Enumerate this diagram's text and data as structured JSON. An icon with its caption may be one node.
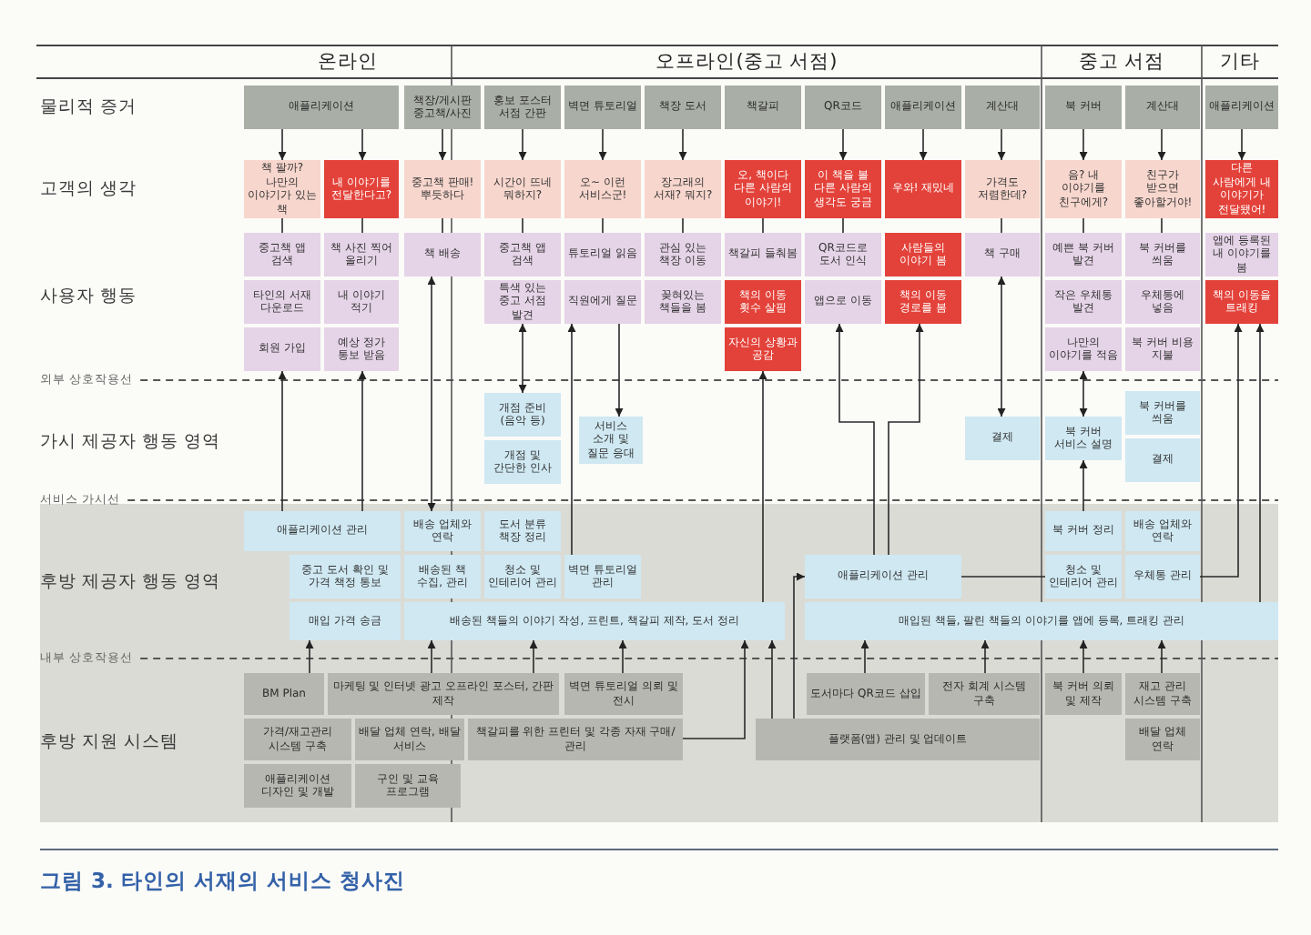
{
  "diagram": {
    "caption": "그림 3. 타인의 서재의 서비스 청사진",
    "nodes": [
      {
        "text": [
          "애플리케이션"
        ]
      },
      {
        "text": [
          "책장/게시판 중고책/사진"
        ]
      },
      {
        "text": [
          "홍보 포스터 서점 간판"
        ]
      },
      {
        "text": [
          "벽면 튜토리얼"
        ]
      },
      {
        "text": [
          "책장 도서"
        ]
      },
      {
        "text": [
          "책갈피"
        ]
      },
      {
        "text": [
          "QR코드"
        ]
      },
      {
        "text": [
          "애플리케이션"
        ]
      },
      {
        "text": [
          "계산대"
        ]
      },
      {
        "text": [
          "북 커버"
        ]
      },
      {
        "text": [
          "계산대"
        ]
      },
      {
        "text": [
          "애플리케이션"
        ]
      },
      {
        "text": [
          "책 팔까? 나만의 이야기가 있는 책"
        ]
      },
      {
        "text": [
          "내 이야기를 전달한다고?"
        ]
      },
      {
        "text": [
          "중고책 판매! 뿌듯하다"
        ]
      },
      {
        "text": [
          "시간이 뜨네 뭐하지?"
        ]
      },
      {
        "text": [
          "오~ 이런 서비스군!"
        ]
      },
      {
        "text": [
          "장그래의 서재? 뭐지?"
        ]
      },
      {
        "text": [
          "오, 책이다 다른 사람의 이야기!"
        ]
      },
      {
        "text": [
          "이 책을 볼 다른 사람의 생각도 궁금"
        ]
      },
      {
        "text": [
          "우와! 재밌네"
        ]
      },
      {
        "text": [
          "가격도 저렴한데?"
        ]
      },
      {
        "text": [
          "음? 내 이야기를 친구에게?"
        ]
      },
      {
        "text": [
          "친구가 받으면 좋아할거야!"
        ]
      },
      {
        "text": [
          "다른 사람에게 내 이야기가 전달됐어!"
        ]
      },
      {
        "text": [
          "중고책 앱 검색"
        ]
      },
      {
        "text": [
          "책 사진 찍어 올리기"
        ]
      },
      {
        "text": [
          "책 배송"
        ]
      },
      {
        "text": [
          "중고책 앱 검색"
        ]
      },
      {
        "text": [
          "튜토리얼 읽음"
        ]
      },
      {
        "text": [
          "관심 있는 책장 이동"
        ]
      },
      {
        "text": [
          "책갈피 들춰봄"
        ]
      },
      {
        "text": [
          "QR코드로 도서 인식"
        ]
      },
      {
        "text": [
          "사람들의 이야기 봄"
        ]
      },
      {
        "text": [
          "책 구매"
        ]
      },
      {
        "text": [
          "예쁜 북 커버 발견"
        ]
      },
      {
        "text": [
          "북 커버를 씌움"
        ]
      },
      {
        "text": [
          "앱에 등록된 내 이야기를 봄"
        ]
      },
      {
        "text": [
          "타인의 서재 다운로드"
        ]
      },
      {
        "text": [
          "내 이야기 적기"
        ]
      },
      {
        "text": [
          "특색 있는 중고 서점 발견"
        ]
      },
      {
        "text": [
          "직원에게 질문"
        ]
      },
      {
        "text": [
          "꽂혀있는 책들을 봄"
        ]
      },
      {
        "text": [
          "책의 이동 횟수 살핌"
        ]
      },
      {
        "text": [
          "앱으로 이동"
        ]
      },
      {
        "text": [
          "책의 이동 경로를 봄"
        ]
      },
      {
        "text": [
          "작은 우체통 발견"
        ]
      },
      {
        "text": [
          "우체통에 넣음"
        ]
      },
      {
        "text": [
          "책의 이동을 트래킹"
        ]
      },
      {
        "text": [
          "회원 가입"
        ]
      },
      {
        "text": [
          "예상 정가 통보 받음"
        ]
      },
      {
        "text": [
          "자신의 상황과 공감"
        ]
      },
      {
        "text": [
          "나만의 이야기를 적음"
        ]
      },
      {
        "text": [
          "북 커버 비용 지불"
        ]
      },
      {
        "text": [
          "개점 준비 (음악 등)"
        ]
      },
      {
        "text": [
          "개점 및 간단한 인사"
        ]
      },
      {
        "text": [
          "서비스 소개 및 질문 응대"
        ]
      },
      {
        "text": [
          "결제"
        ]
      },
      {
        "text": [
          "북 커버 서비스 설명"
        ]
      },
      {
        "text": [
          "북 커버를 씌움"
        ]
      },
      {
        "text": [
          "결제"
        ]
      },
      {
        "text": [
          "애플리케이션 관리"
        ]
      },
      {
        "text": [
          "배송 업체와 연락"
        ]
      },
      {
        "text": [
          "도서 분류 책장 정리"
        ]
      },
      {
        "text": [
          "북 커버 정리"
        ]
      },
      {
        "text": [
          "배송 업체와 연락"
        ]
      },
      {
        "text": [
          "중고 도서 확인 및 가격 책정 통보"
        ]
      },
      {
        "text": [
          "배송된 책 수집, 관리"
        ]
      },
      {
        "text": [
          "청소 및 인테리어 관리"
        ]
      },
      {
        "text": [
          "벽면 튜토리얼 관리"
        ]
      },
      {
        "text": [
          "애플리케이션 관리"
        ]
      },
      {
        "text": [
          "청소 및 인테리어 관리"
        ]
      },
      {
        "text": [
          "우체통 관리"
        ]
      },
      {
        "text": [
          "매입 가격 송금"
        ]
      },
      {
        "text": [
          "배송된 책들의 이야기 작성, 프린트, 책갈피 제작, 도서 정리"
        ]
      },
      {
        "text": [
          "매입된 책들, 팔린 책들의 이야기를 앱에 등록, 트래킹 관리"
        ]
      },
      {
        "text": [
          "BM Plan"
        ]
      },
      {
        "text": [
          "마케팅 및 인터넷 광고 오프라인 포스터, 간판 제작"
        ]
      },
      {
        "text": [
          "벽면 튜토리얼 의뢰 및 전시"
        ]
      },
      {
        "text": [
          "도서마다 QR코드 삽입"
        ]
      },
      {
        "text": [
          "전자 회계 시스템 구축"
        ]
      },
      {
        "text": [
          "북 커버 의뢰 및 제작"
        ]
      },
      {
        "text": [
          "재고 관리 시스템 구축"
        ]
      },
      {
        "text": [
          "가격/재고관리 시스템 구축"
        ]
      },
      {
        "text": [
          "배달 업체 연락, 배달 서비스"
        ]
      },
      {
        "text": [
          "책갈피를 위한 프린터 및 각종 자재 구매/관리"
        ]
      },
      {
        "text": [
          "플랫폼(앱) 관리 및 업데이트"
        ]
      },
      {
        "text": [
          "배달 업체 연락"
        ]
      },
      {
        "text": [
          "애플리케이션 디자인 및 개발"
        ]
      },
      {
        "text": [
          "구인 및 교육 프로그램"
        ]
      }
    ],
    "edges": [
      {
        "from": 0,
        "to": 12,
        "arrow": "to"
      },
      {
        "from": 0,
        "to": 13,
        "arrow": "to"
      },
      {
        "from": 1,
        "to": 14,
        "arrow": "to"
      },
      {
        "from": 2,
        "to": 15,
        "arrow": "to"
      },
      {
        "from": 3,
        "to": 16,
        "arrow": "to"
      },
      {
        "from": 4,
        "to": 17,
        "arrow": "to"
      },
      {
        "from": 6,
        "to": 19,
        "arrow": "to"
      },
      {
        "from": 7,
        "to": 20,
        "arrow": "to"
      },
      {
        "from": 8,
        "to": 21,
        "arrow": "to"
      },
      {
        "from": 9,
        "to": 22,
        "arrow": "to"
      },
      {
        "from": 10,
        "to": 23,
        "arrow": "to"
      },
      {
        "from": 11,
        "to": 24,
        "arrow": "to"
      },
      {
        "from": 12,
        "to": 25,
        "arrow": "none"
      },
      {
        "from": 13,
        "to": 26,
        "arrow": "none"
      },
      {
        "from": 14,
        "to": 27,
        "arrow": "none"
      },
      {
        "from": 15,
        "to": 28,
        "arrow": "none"
      },
      {
        "from": 16,
        "to": 29,
        "arrow": "none"
      },
      {
        "from": 17,
        "to": 30,
        "arrow": "none"
      },
      {
        "from": 18,
        "to": 31,
        "arrow": "none"
      },
      {
        "from": 19,
        "to": 32,
        "arrow": "none"
      },
      {
        "from": 21,
        "to": 34,
        "arrow": "none"
      },
      {
        "from": 22,
        "to": 35,
        "arrow": "none"
      },
      {
        "from": 23,
        "to": 36,
        "arrow": "none"
      },
      {
        "from": 61,
        "to": 49,
        "arrow": "to"
      },
      {
        "from": 61,
        "to": 50,
        "arrow": "to"
      },
      {
        "from": 27,
        "to": 62,
        "arrow": "both"
      },
      {
        "from": 40,
        "to": 54,
        "arrow": "both"
      },
      {
        "from": 41,
        "to": 56,
        "arrow": "to"
      },
      {
        "from": 69,
        "to": 41,
        "arrow": "to"
      },
      {
        "from": 74,
        "to": 51,
        "arrow": "to"
      },
      {
        "from": 70,
        "to": 44,
        "arrow": "to"
      },
      {
        "from": 70,
        "to": 45,
        "arrow": "to"
      },
      {
        "from": 34,
        "to": 57,
        "arrow": "both"
      },
      {
        "from": 52,
        "to": 58,
        "arrow": "both"
      },
      {
        "from": 64,
        "to": 58,
        "arrow": "to"
      },
      {
        "from": 72,
        "to": 48,
        "arrow": "to"
      },
      {
        "from": 75,
        "to": 48,
        "arrow": "to"
      },
      {
        "from": 86,
        "to": 70,
        "arrow": "to"
      },
      {
        "from": 70,
        "to": 71,
        "arrow": "none"
      },
      {
        "from": 76,
        "to": 73,
        "arrow": "to"
      },
      {
        "from": 77,
        "to": 74,
        "arrow": "to"
      },
      {
        "from": 77,
        "to": 74,
        "arrow": "to"
      },
      {
        "from": 78,
        "to": 74,
        "arrow": "to"
      },
      {
        "from": 85,
        "to": 74,
        "arrow": "to"
      },
      {
        "from": 86,
        "to": 74,
        "arrow": "to"
      },
      {
        "from": 79,
        "to": 75,
        "arrow": "to"
      },
      {
        "from": 80,
        "to": 75,
        "arrow": "to"
      },
      {
        "from": 81,
        "to": 75,
        "arrow": "to"
      },
      {
        "from": 82,
        "to": 75,
        "arrow": "to"
      }
    ],
    "labels": [
      "온라인",
      "오프라인(중고 서점)",
      "중고 서점",
      "기타",
      "물리적 증거",
      "고객의 생각",
      "사용자 행동",
      "외부 상호작용선",
      "가시 제공자 행동 영역",
      "서비스 가시선",
      "후방 제공자 행동 영역",
      "내부 상호작용선",
      "후방 지원 시스템"
    ]
  }
}
